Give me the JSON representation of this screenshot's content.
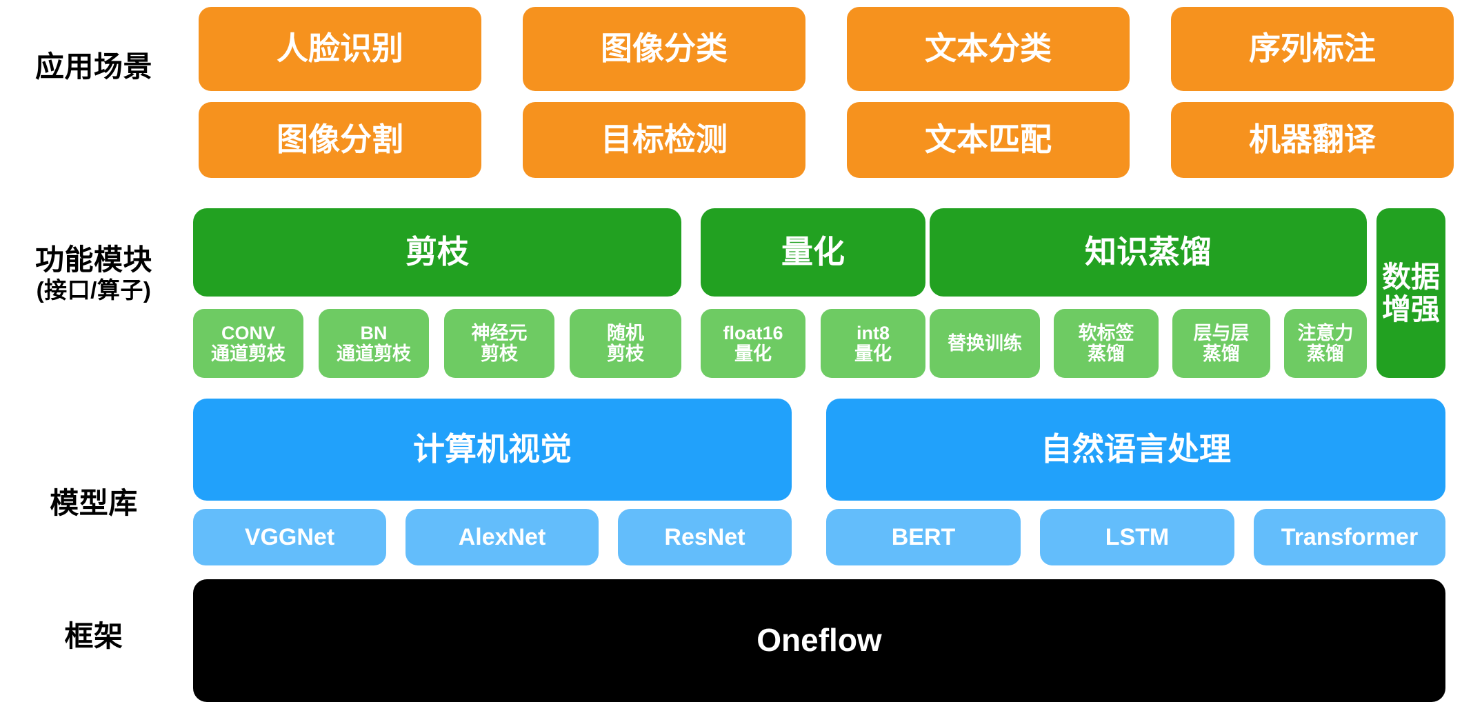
{
  "diagram": {
    "title": "Oneflow model compression framework layers",
    "colors": {
      "application_orange": "#F6921E",
      "module_green": "#22A121",
      "module_green_light": "#6ECB63",
      "model_blue": "#21A1FB",
      "model_blue_light": "#63BDFB",
      "framework_black": "#000000",
      "label_text": "#000000",
      "box_text": "#FFFFFF",
      "background": "#FFFFFF"
    },
    "rows": [
      {
        "label_line1": "应用场景",
        "label_line2": "",
        "boxes_top": [
          "人脸识别",
          "图像分类",
          "文本分类",
          "序列标注"
        ],
        "boxes_bottom": [
          "图像分割",
          "目标检测",
          "文本匹配",
          "机器翻译"
        ]
      },
      {
        "label_line1": "功能模块",
        "label_line2": "(接口/算子)",
        "groups": [
          {
            "title": "剪枝",
            "items": [
              "CONV\n通道剪枝",
              "BN\n通道剪枝",
              "神经元\n剪枝",
              "随机\n剪枝"
            ]
          },
          {
            "title": "量化",
            "items": [
              "float16\n量化",
              "int8\n量化"
            ]
          },
          {
            "title": "知识蒸馏",
            "items": [
              "替换训练",
              "软标签\n蒸馏",
              "层与层\n蒸馏",
              "注意力\n蒸馏"
            ]
          }
        ],
        "tall_box": "数据\n增强"
      },
      {
        "label_line1": "模型库",
        "label_line2": "",
        "groups": [
          {
            "title": "计算机视觉",
            "items": [
              "VGGNet",
              "AlexNet",
              "ResNet"
            ]
          },
          {
            "title": "自然语言处理",
            "items": [
              "BERT",
              "LSTM",
              "Transformer"
            ]
          }
        ]
      },
      {
        "label_line1": "框架",
        "label_line2": "",
        "bar": "Oneflow"
      }
    ]
  }
}
